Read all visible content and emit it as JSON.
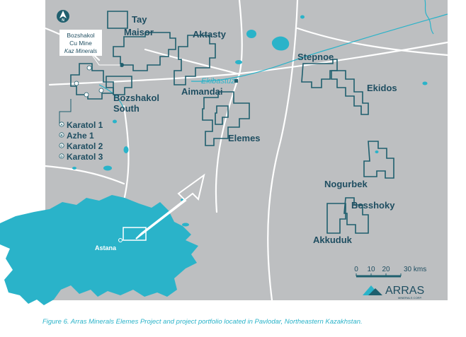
{
  "labels": {
    "tay": "Tay",
    "maisor": "Maisor",
    "aktasty": "Aktasty",
    "stepnoe": "Stepnoe",
    "ekibastuz": "Ekibastuz",
    "aimandai": "Aimandai",
    "ekidos": "Ekidos",
    "bozshakol_south_1": "Bozshakol",
    "bozshakol_south_2": "South",
    "elemes": "Elemes",
    "nogurbek": "Nogurbek",
    "besshoky": "Besshoky",
    "akkuduk": "Akkuduk",
    "astana": "Astana"
  },
  "mine_callout": {
    "line1": "Bozshakol",
    "line2": "Cu Mine",
    "line3": "Kaz Minerals"
  },
  "karatol_list": [
    {
      "marker": "A",
      "name": "Karatol 1"
    },
    {
      "marker": "B",
      "name": "Azhe 1"
    },
    {
      "marker": "C",
      "name": "Karatol 2"
    },
    {
      "marker": "D",
      "name": "Karatol 3"
    }
  ],
  "north_arrow": "N",
  "scale_bar": {
    "ticks": [
      "0",
      "10",
      "20",
      "30 kms"
    ]
  },
  "logo": {
    "name": "ARRAS",
    "sub": "MINERALS CORP."
  },
  "caption": "Figure 6. Arras Minerals Elemes Project and project portfolio located in Pavlodar, Northeastern Kazakhstan.",
  "colors": {
    "map_background": "#bdbfc1",
    "license_outline": "#1f5f6e",
    "water": "#2ab3c9",
    "kazakhstan": "#2ab3c9",
    "label_text": "#1f4e61"
  }
}
